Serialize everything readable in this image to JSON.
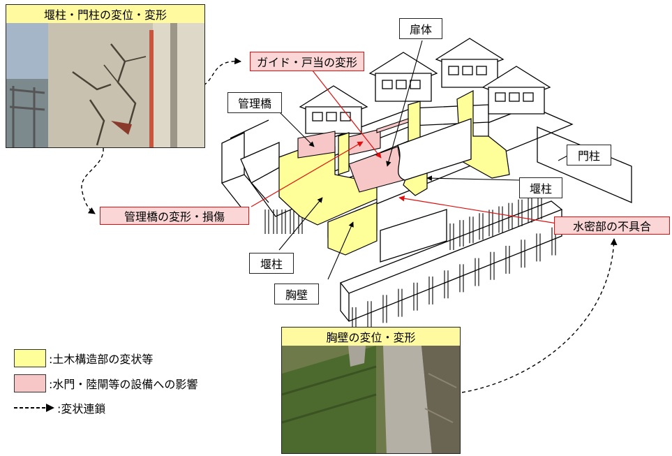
{
  "photos": {
    "pillar_gate": {
      "title": "堰柱・門柱の変位・変形"
    },
    "breast_wall": {
      "title": "胸壁の変位・変形"
    }
  },
  "labels": {
    "guide": "ガイド・戸当の変形",
    "gate_leaf": "扉体",
    "mgmt_bridge": "管理橋",
    "gate_post": "門柱",
    "pillar_right": "堰柱",
    "bridge_damage": "管理橋の変形・損傷",
    "watertight": "水密部の不具合",
    "pillar_left": "堰柱",
    "breast_wall": "胸壁"
  },
  "legend": {
    "civil": ":土木構造部の変状等",
    "equipment": ":水門・陸閘等の設備への影響",
    "chain": ":変状連鎖"
  },
  "colors": {
    "civil": "#ffff99",
    "equipment": "#f7c6c6",
    "red_line": "#e01010"
  }
}
